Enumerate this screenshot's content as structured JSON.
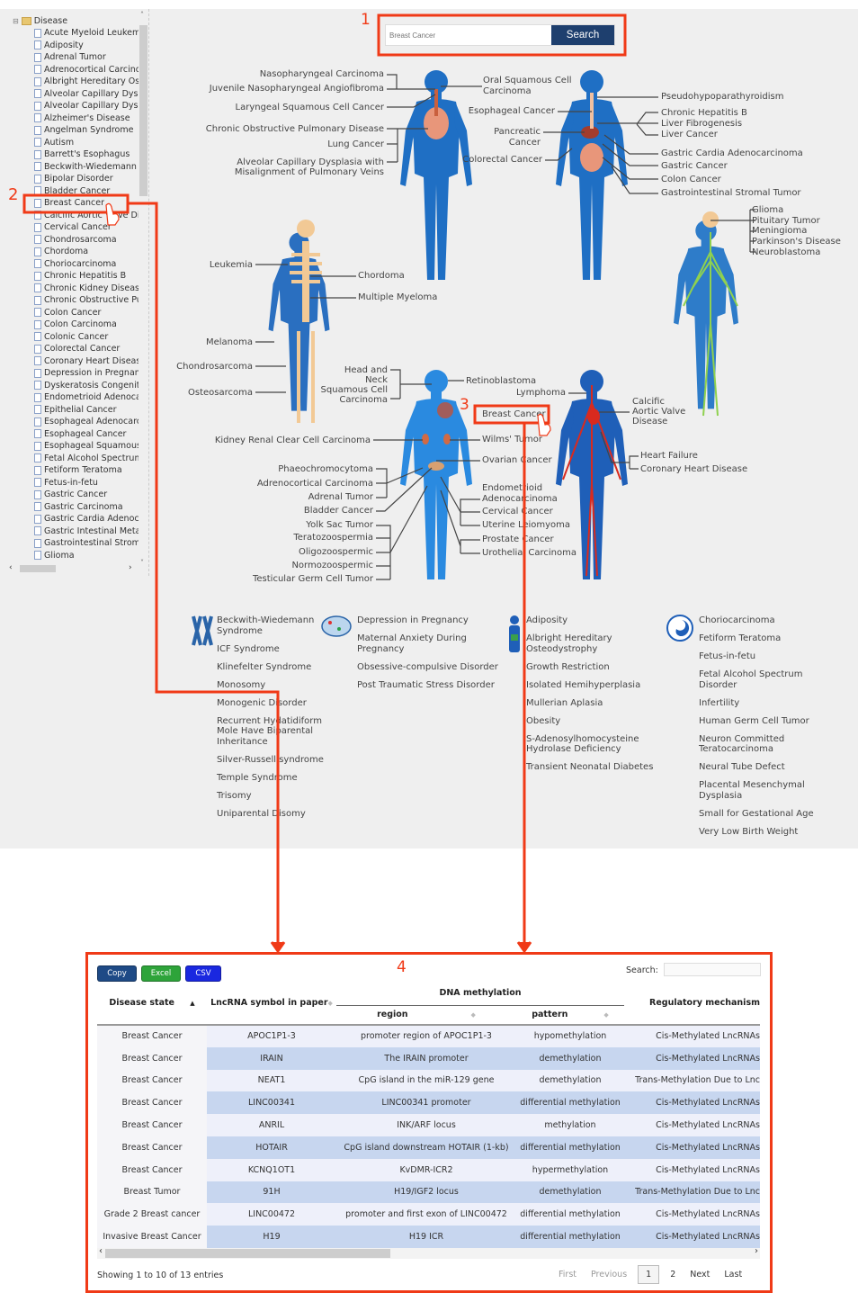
{
  "sidebar": {
    "root": "Disease",
    "items": [
      "Acute Myeloid Leukemia",
      "Adiposity",
      "Adrenal Tumor",
      "Adrenocortical Carcinoma",
      "Albright Hereditary Osteodystrophy",
      "Alveolar Capillary Dysplasia",
      "Alveolar Capillary Dysplasia with Misalignment",
      "Alzheimer's Disease",
      "Angelman Syndrome",
      "Autism",
      "Barrett's Esophagus",
      "Beckwith-Wiedemann Syndrome",
      "Bipolar Disorder",
      "Bladder Cancer",
      "Breast Cancer",
      "Calcific Aortic Valve Disease",
      "Cervical Cancer",
      "Chondrosarcoma",
      "Chordoma",
      "Choriocarcinoma",
      "Chronic Hepatitis B",
      "Chronic Kidney Disease",
      "Chronic Obstructive Pulmonary Disease",
      "Colon Cancer",
      "Colon Carcinoma",
      "Colonic Cancer",
      "Colorectal Cancer",
      "Coronary Heart Disease",
      "Depression in Pregnancy",
      "Dyskeratosis Congenita",
      "Endometrioid Adenocarcinoma",
      "Epithelial Cancer",
      "Esophageal Adenocarcinoma",
      "Esophageal Cancer",
      "Esophageal Squamous Cell Carcinoma",
      "Fetal Alcohol Spectrum Disorder",
      "Fetiform Teratoma",
      "Fetus-in-fetu",
      "Gastric Cancer",
      "Gastric Carcinoma",
      "Gastric Cardia Adenocarcinoma",
      "Gastric Intestinal Metaplasia",
      "Gastrointestinal Stromal Tumor",
      "Glioma"
    ],
    "selected": "Breast Cancer"
  },
  "search": {
    "placeholder": "Breast Cancer",
    "button": "Search"
  },
  "annotations": [
    "1",
    "2",
    "3",
    "4"
  ],
  "body_map": {
    "fig1_left": [
      "Nasopharyngeal Carcinoma",
      "Juvenile Nasopharyngeal Angiofibroma",
      "Laryngeal Squamous Cell Cancer",
      "Chronic Obstructive Pulmonary Disease",
      "Lung Cancer",
      "Alveolar Capillary Dysplasia with",
      "Misalignment of Pulmonary Veins"
    ],
    "fig1_right": [
      "Oral Squamous Cell",
      "Carcinoma"
    ],
    "fig2_left": [
      "Esophageal Cancer",
      "Pancreatic",
      "Cancer",
      "Colorectal Cancer"
    ],
    "fig2_right": [
      "Pseudohypoparathyroidism",
      "Chronic Hepatitis B",
      "Liver Fibrogenesis",
      "Liver Cancer",
      "Gastric Cardia Adenocarcinoma",
      "Gastric Cancer",
      "Colon Cancer",
      "Gastrointestinal Stromal Tumor"
    ],
    "nervous": [
      "Glioma",
      "Pituitary Tumor",
      "Meningioma",
      "Parkinson's Disease",
      "Neuroblastoma"
    ],
    "skeleton": [
      "Leukemia",
      "Chordoma",
      "Multiple Myeloma",
      "Melanoma",
      "Chondrosarcoma",
      "Osteosarcoma"
    ],
    "fig5_left": [
      "Head and",
      "Neck",
      "Squamous Cell",
      "Carcinoma",
      "Kidney Renal Clear Cell Carcinoma",
      "Phaeochromocytoma",
      "Adrenocortical Carcinoma",
      "Adrenal Tumor",
      "Bladder Cancer",
      "Yolk Sac Tumor",
      "Teratozoospermia",
      "Oligozoospermic",
      "Normozoospermic",
      "Testicular Germ Cell Tumor"
    ],
    "fig5_right": [
      "Retinoblastoma",
      "Breast Cancer",
      "Wilms' Tumor",
      "Ovarian Cancer",
      "Endometrioid",
      "Adenocarcinoma",
      "Cervical Cancer",
      "Uterine Leiomyoma",
      "Prostate Cancer",
      "Urothelial Carcinoma"
    ],
    "fig6": [
      "Lymphoma",
      "Calcific",
      "Aortic Valve",
      "Disease",
      "Heart Failure",
      "Coronary Heart Disease"
    ]
  },
  "categories": [
    {
      "icon": "chromosome-icon",
      "items": [
        "Beckwith-Wiedemann Syndrome",
        "ICF Syndrome",
        "Klinefelter Syndrome",
        "Monosomy",
        "Monogenic Disorder",
        "Recurrent Hydatidiform Mole Have Biparental Inheritance",
        "Silver-Russell syndrome",
        "Temple Syndrome",
        "Trisomy",
        "Uniparental Disomy"
      ]
    },
    {
      "icon": "brain-icon",
      "items": [
        "Depression in Pregnancy",
        "Maternal Anxiety During Pregnancy",
        "Obsessive-compulsive Disorder",
        "Post Traumatic Stress Disorder"
      ]
    },
    {
      "icon": "metabolism-icon",
      "items": [
        "Adiposity",
        "Albright Hereditary Osteodystrophy",
        "Growth Restriction",
        "Isolated Hemihyperplasia",
        "Mullerian Aplasia",
        "Obesity",
        "S-Adenosylhomocysteine Hydrolase Deficiency",
        "Transient Neonatal Diabetes"
      ]
    },
    {
      "icon": "fetus-icon",
      "items": [
        "Choriocarcinoma",
        "Fetiform Teratoma",
        "Fetus-in-fetu",
        "Fetal Alcohol Spectrum Disorder",
        "Infertility",
        "Human Germ Cell Tumor",
        "Neuron Committed Teratocarcinoma",
        "Neural Tube Defect",
        "Placental Mesenchymal Dysplasia",
        "Small for Gestational Age",
        "Very Low Birth Weight"
      ]
    }
  ],
  "table": {
    "buttons": {
      "copy": "Copy",
      "excel": "Excel",
      "csv": "CSV"
    },
    "search_label": "Search:",
    "search_value": "",
    "group_header": "DNA methylation",
    "headers": {
      "disease": "Disease state",
      "lncrna": "LncRNA symbol in paper",
      "region": "region",
      "pattern": "pattern",
      "mechanism": "Regulatory mechanism"
    },
    "rows": [
      [
        "Breast Cancer",
        "APOC1P1-3",
        "promoter region of APOC1P1-3",
        "hypomethylation",
        "Cis-Methylated LncRNAs"
      ],
      [
        "Breast Cancer",
        "IRAIN",
        "The IRAIN promoter",
        "demethylation",
        "Cis-Methylated LncRNAs"
      ],
      [
        "Breast Cancer",
        "NEAT1",
        "CpG island in the miR-129 gene",
        "demethylation",
        "Trans-Methylation Due to Lnc"
      ],
      [
        "Breast Cancer",
        "LINC00341",
        "LINC00341 promoter",
        "differential methylation",
        "Cis-Methylated LncRNAs"
      ],
      [
        "Breast Cancer",
        "ANRIL",
        "INK/ARF locus",
        "methylation",
        "Cis-Methylated LncRNAs"
      ],
      [
        "Breast Cancer",
        "HOTAIR",
        "CpG island downstream HOTAIR (1-kb)",
        "differential methylation",
        "Cis-Methylated LncRNAs"
      ],
      [
        "Breast Cancer",
        "KCNQ1OT1",
        "KvDMR-ICR2",
        "hypermethylation",
        "Cis-Methylated LncRNAs"
      ],
      [
        "Breast Tumor",
        "91H",
        "H19/IGF2 locus",
        "demethylation",
        "Trans-Methylation Due to Lnc"
      ],
      [
        "Grade 2 Breast cancer",
        "LINC00472",
        "promoter and first exon of LINC00472",
        "differential methylation",
        "Cis-Methylated LncRNAs"
      ],
      [
        "Invasive Breast Cancer",
        "H19",
        "H19 ICR",
        "differential methylation",
        "Cis-Methylated LncRNAs"
      ]
    ],
    "info": "Showing 1 to 10 of 13 entries",
    "pagination": {
      "first": "First",
      "previous": "Previous",
      "pages": [
        "1",
        "2"
      ],
      "current": "1",
      "next": "Next",
      "last": "Last"
    }
  },
  "colors": {
    "annotation": "#f03a17",
    "body": "#1f6fc4",
    "search_button": "#1e3f6e"
  }
}
